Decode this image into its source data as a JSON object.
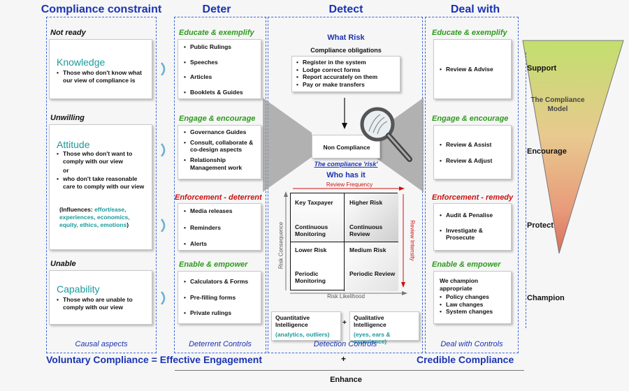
{
  "headers": {
    "compliance": "Compliance constraint",
    "deter": "Deter",
    "detect": "Detect",
    "dealwith": "Deal with"
  },
  "left": {
    "not_ready": "Not ready",
    "knowledge_title": "Knowledge",
    "knowledge_items": [
      "Those who don't know what our view of compliance is"
    ],
    "unwilling": "Unwilling",
    "attitude_title": "Attitude",
    "attitude_item1": "Those who don't want to comply with our view",
    "attitude_or": "or",
    "attitude_item2": "who don't take reasonable care to comply with our view",
    "influences_label": "(Influences:",
    "influences_text": "effort/ease, experiences, economics, equity, ethics, emotions",
    "influences_close": ")",
    "unable": "Unable",
    "capability_title": "Capability",
    "capability_items": [
      "Those who are unable to comply with our view"
    ],
    "footer": "Causal aspects"
  },
  "deter": {
    "educate": "Educate & exemplify",
    "educate_items": [
      "Public Rulings",
      "Speeches",
      "Articles",
      "Booklets & Guides"
    ],
    "engage": "Engage & encourage",
    "engage_items": [
      "Governance Guides",
      "Consult, collaborate & co-design aspects",
      "Relationship Management work"
    ],
    "enforce": "Enforcement - deterrent",
    "enforce_items": [
      "Media releases",
      "Reminders",
      "Alerts"
    ],
    "enable": "Enable & empower",
    "enable_items": [
      "Calculators & Forms",
      "Pre-filling forms",
      "Private rulings"
    ],
    "footer": "Deterrent Controls"
  },
  "detect": {
    "what_risk": "What Risk",
    "obligations": "Compliance obligations",
    "obligation_items": [
      "Register in the system",
      "Lodge correct forms",
      "Report accurately on them",
      "Pay or make transfers"
    ],
    "non_compliance": "Non Compliance",
    "compliance_risk": "The compliance 'risk'",
    "who_has_it": "Who has it",
    "review_frequency": "Review Frequency",
    "review_intensity": "Review Intensity",
    "risk_consequence": "Risk Consequence",
    "risk_likelihood": "Risk Likelihood",
    "q_key": "Key Taxpayer",
    "q_cont_mon": "Continuous Monitoring",
    "q_higher": "Higher Risk",
    "q_cont_rev": "Continuous Review",
    "q_lower": "Lower Risk",
    "q_per_mon": "Periodic Monitoring",
    "q_medium": "Medium Risk",
    "q_per_rev": "Periodic Review",
    "quant_title": "Quantitative Intelligence",
    "quant_detail": "(analytics, outliers)",
    "plus": "+",
    "qual_title": "Qualitative Intelligence",
    "qual_detail": "(eyes, ears & experience)",
    "footer": "Detection Controls"
  },
  "dealwith": {
    "educate": "Educate & exemplify",
    "educate_items": [
      "Review & Advise"
    ],
    "engage": "Engage & encourage",
    "engage_items": [
      "Review & Assist",
      "Review & Adjust"
    ],
    "enforce": "Enforcement - remedy",
    "enforce_items": [
      "Audit & Penalise",
      "Investigate & Prosecute"
    ],
    "enable": "Enable & empower",
    "enable_intro": "We champion appropriate",
    "enable_items": [
      "Policy changes",
      "Law changes",
      "System changes"
    ],
    "footer": "Deal with Controls"
  },
  "model": {
    "title": "The Compliance Model",
    "support": "Support",
    "encourage": "Encourage",
    "protect": "Protect",
    "champion": "Champion"
  },
  "bottom": {
    "voluntary": "Voluntary Compliance = Effective Engagement",
    "plus": "+",
    "credible": "Credible Compliance",
    "enhance": "Enhance"
  },
  "colors": {
    "blue": "#1a33b3",
    "green": "#2e9a1e",
    "red": "#cc1111",
    "teal": "#1a9a9a"
  }
}
